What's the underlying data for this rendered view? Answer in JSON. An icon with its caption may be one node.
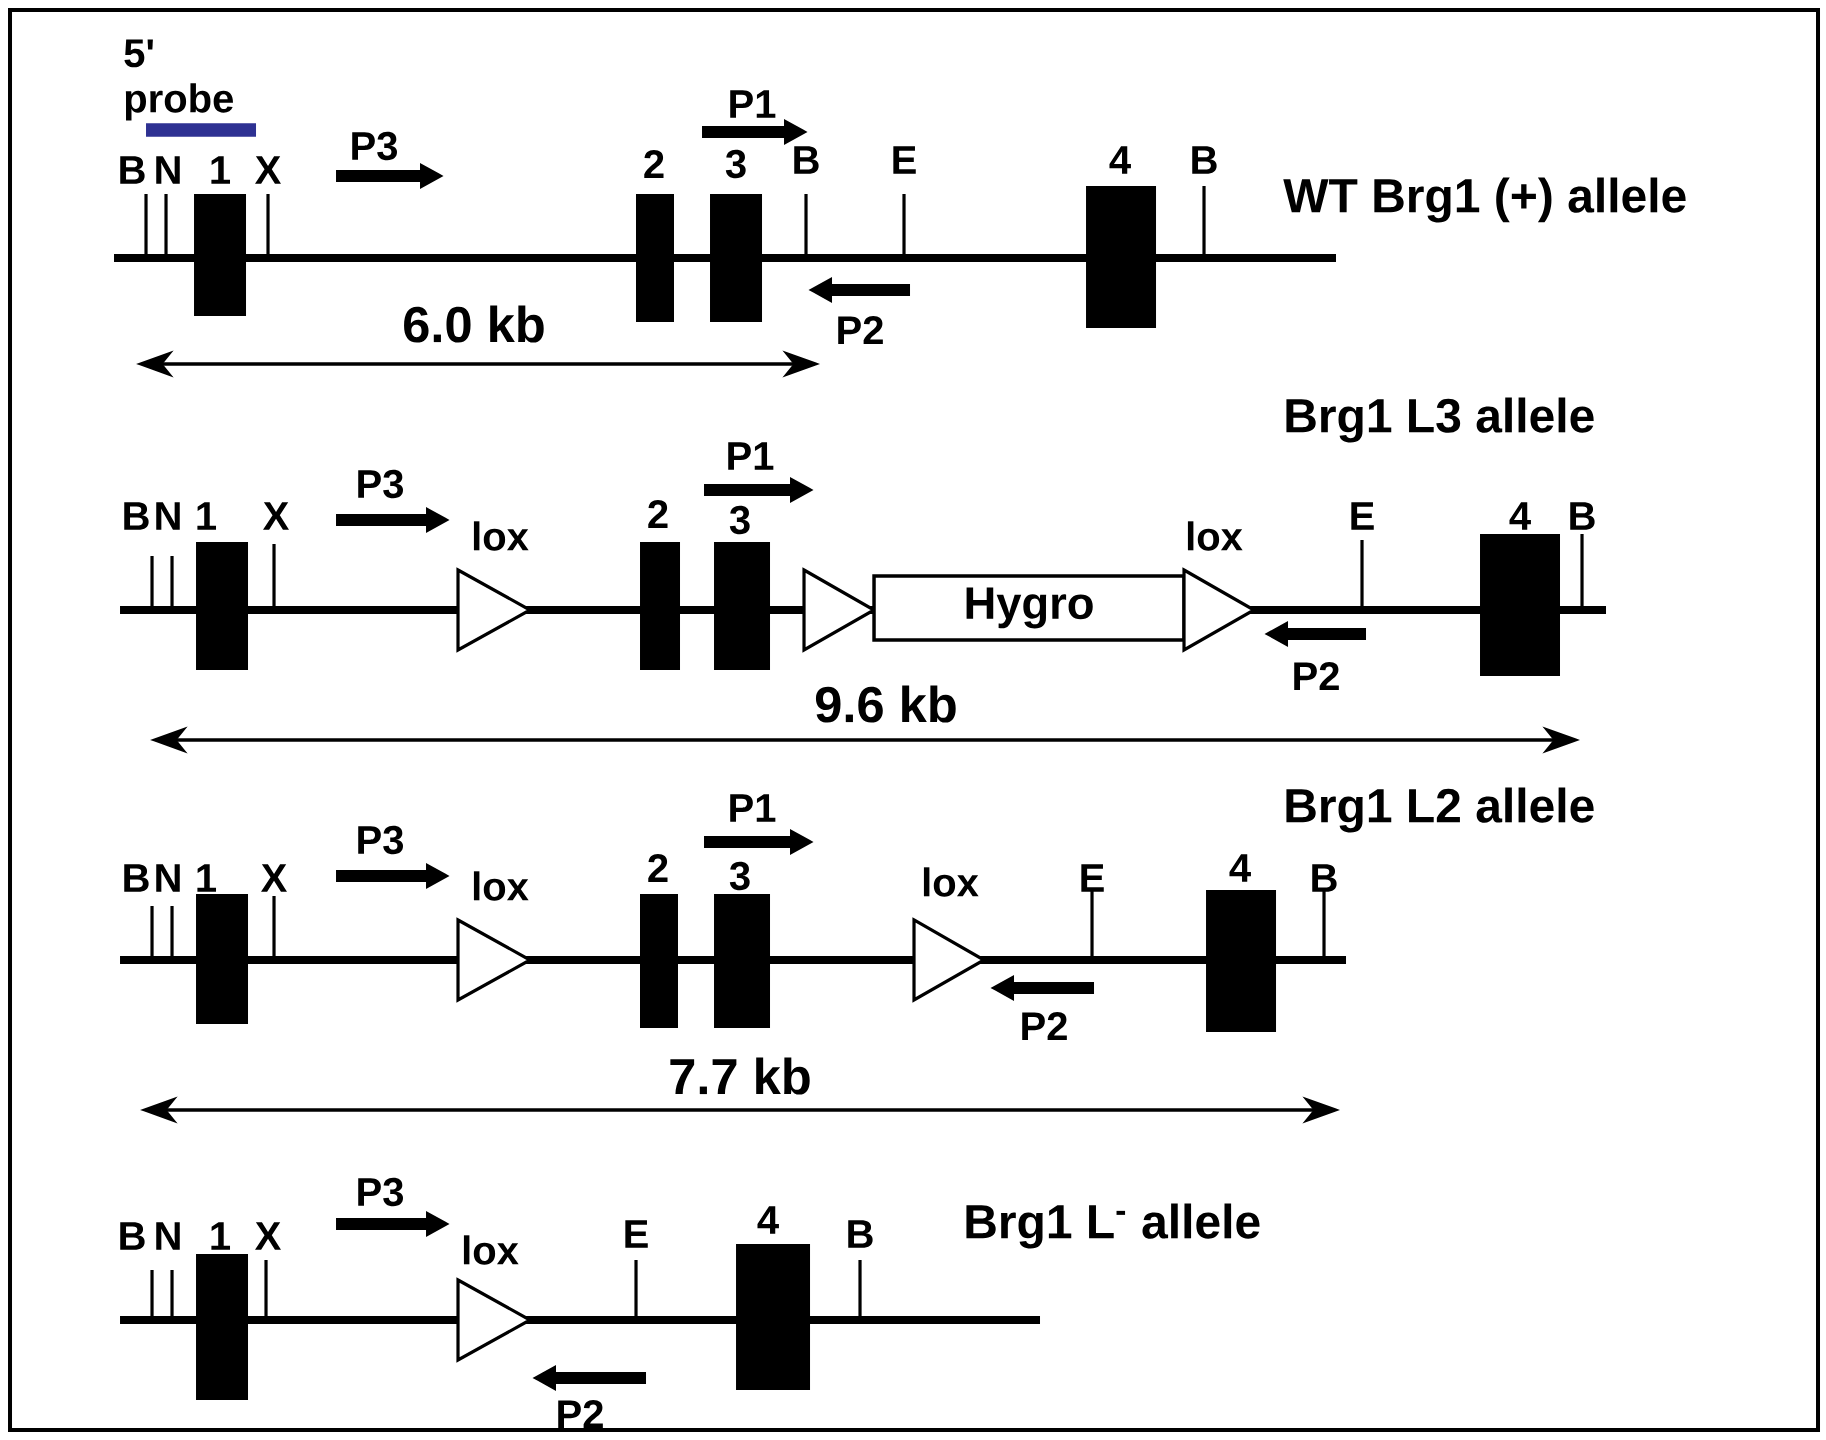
{
  "diagram": {
    "nodes": [
      {
        "text": [
          "1"
        ]
      },
      {
        "text": [
          "2"
        ]
      },
      {
        "text": [
          "3"
        ]
      },
      {
        "text": [
          "4"
        ]
      },
      {
        "text": [
          "1"
        ]
      },
      {
        "text": [
          "lox"
        ]
      },
      {
        "text": [
          "2"
        ]
      },
      {
        "text": [
          "3"
        ]
      },
      {
        "text": [],
        "shape": "triangle"
      },
      {
        "text": [
          "Hygro"
        ]
      },
      {
        "text": [
          "lox"
        ]
      },
      {
        "text": [
          "4"
        ]
      },
      {
        "text": [
          "1"
        ]
      },
      {
        "text": [
          "lox"
        ]
      },
      {
        "text": [
          "2"
        ]
      },
      {
        "text": [
          "3"
        ]
      },
      {
        "text": [
          "lox"
        ]
      },
      {
        "text": [
          "4"
        ]
      },
      {
        "text": [
          "1"
        ]
      },
      {
        "text": [
          "lox"
        ]
      },
      {
        "text": [
          "4"
        ]
      }
    ],
    "labels": [
      "5' probe",
      "P1",
      "B",
      "N",
      "X",
      "P3",
      "B",
      "E",
      "B",
      "WT Brg1  (+) allele",
      "P2",
      "6.0 kb",
      "Brg1 L3 allele",
      "P1",
      "B",
      "N",
      "X",
      "P3",
      "E",
      "B",
      "P2",
      "9.6 kb",
      "Brg1 L2 allele",
      "P1",
      "B",
      "N",
      "X",
      "P3",
      "E",
      "B",
      "P2",
      "7.7 kb",
      "P3",
      "B",
      "N",
      "X",
      "E",
      "B",
      "Brg1 L$^{-}$ allele",
      "P2"
    ]
  }
}
